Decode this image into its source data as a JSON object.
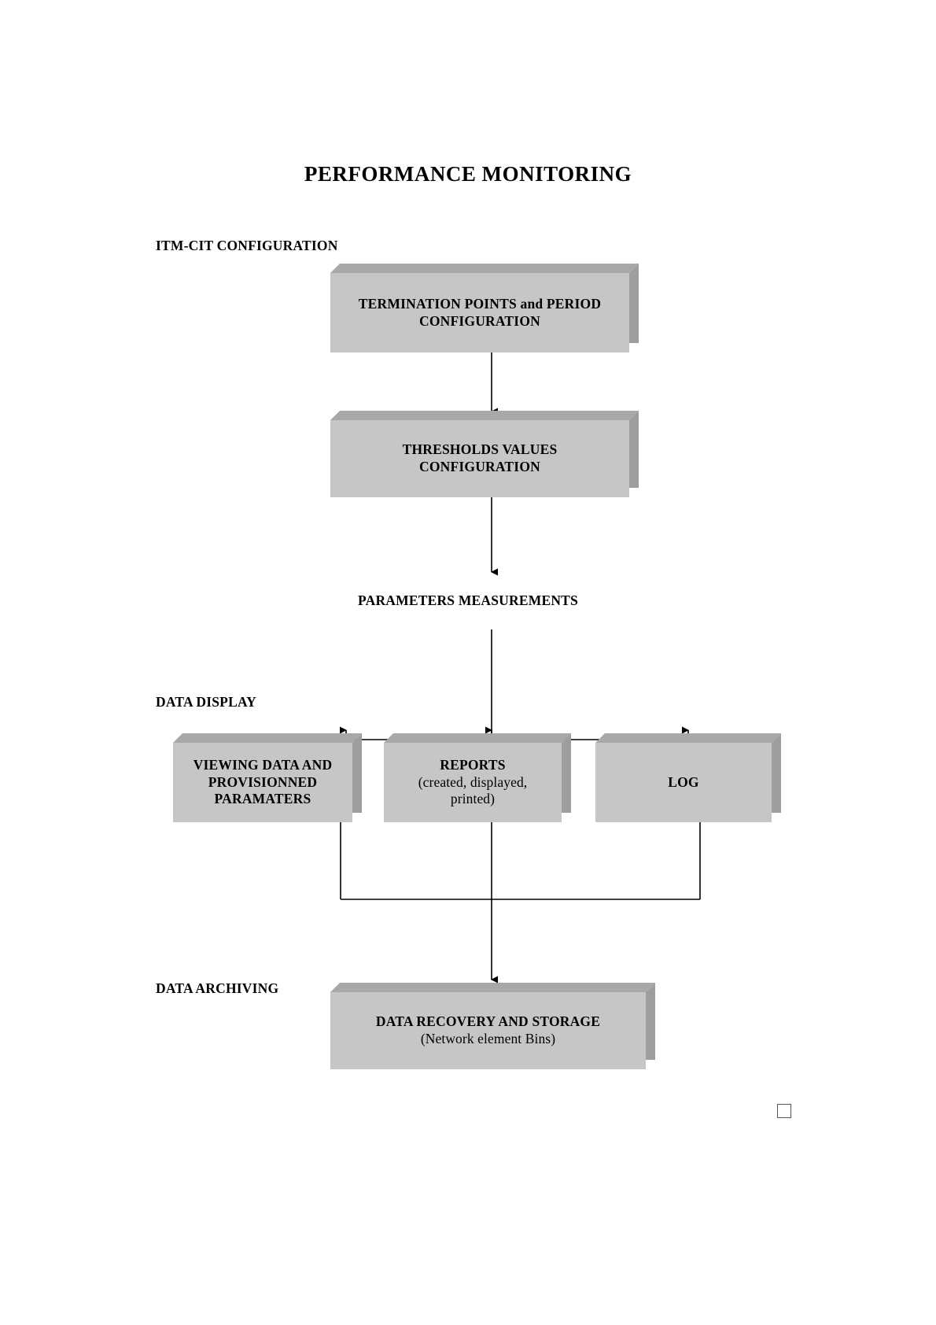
{
  "document": {
    "title": "PERFORMANCE MONITORING"
  },
  "sections": {
    "configuration_label": "ITM-CIT CONFIGURATION",
    "measurements_label": "PARAMETERS MEASUREMENTS",
    "display_label": "DATA DISPLAY",
    "archiving_label": "DATA ARCHIVING"
  },
  "nodes": {
    "termination": {
      "line1": "TERMINATION POINTS  and PERIOD",
      "line2": "CONFIGURATION"
    },
    "thresholds": {
      "line1": "THRESHOLDS VALUES",
      "line2": "CONFIGURATION"
    },
    "viewing": {
      "line1": "VIEWING DATA AND",
      "line2": "PROVISIONNED",
      "line3": "PARAMATERS"
    },
    "reports": {
      "line1": "REPORTS",
      "line2": "(created, displayed,",
      "line3": "printed)"
    },
    "log": {
      "line1": "LOG"
    },
    "recovery": {
      "line1": "DATA RECOVERY AND STORAGE",
      "line2": "(Network element Bins)"
    }
  },
  "colors": {
    "box_face": "#c6c6c6",
    "box_top": "#a8a8a8",
    "box_side": "#9e9e9e",
    "line": "#000000",
    "text": "#000000",
    "page": "#ffffff"
  }
}
